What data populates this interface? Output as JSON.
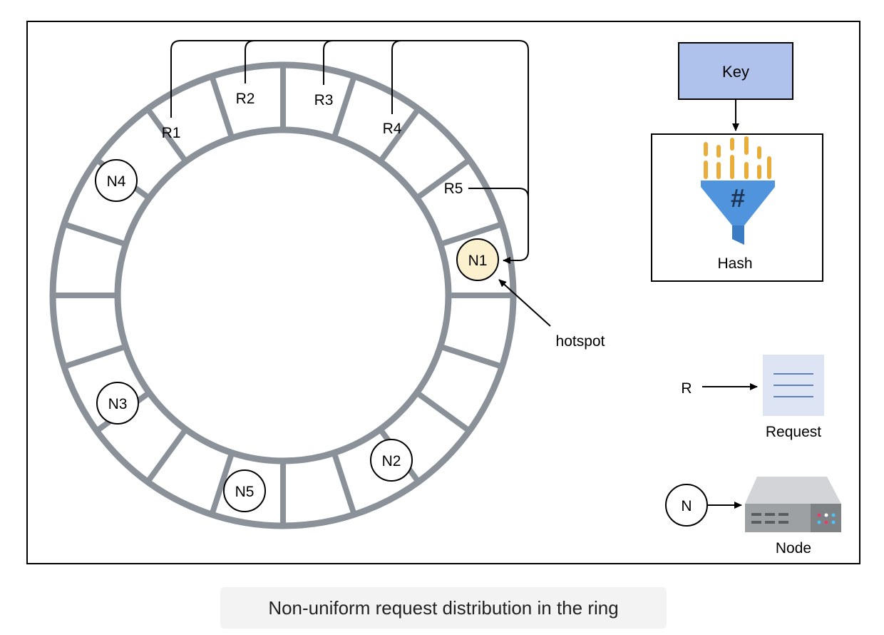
{
  "ring": {
    "requests": [
      {
        "id": "r1",
        "label": "R1"
      },
      {
        "id": "r2",
        "label": "R2"
      },
      {
        "id": "r3",
        "label": "R3"
      },
      {
        "id": "r4",
        "label": "R4"
      },
      {
        "id": "r5",
        "label": "R5"
      }
    ],
    "nodes": [
      {
        "id": "n1",
        "label": "N1",
        "highlighted": true
      },
      {
        "id": "n2",
        "label": "N2",
        "highlighted": false
      },
      {
        "id": "n3",
        "label": "N3",
        "highlighted": false
      },
      {
        "id": "n4",
        "label": "N4",
        "highlighted": false
      },
      {
        "id": "n5",
        "label": "N5",
        "highlighted": false
      }
    ],
    "hotspot_label": "hotspot"
  },
  "legend": {
    "key_label": "Key",
    "hash_label": "Hash",
    "hash_icon_symbol": "#",
    "request_short": "R",
    "request_label": "Request",
    "node_short": "N",
    "node_label": "Node"
  },
  "caption": "Non-uniform request distribution in the ring",
  "colors": {
    "ring": "#8a9199",
    "key_fill": "#aec2eb",
    "highlight_node": "#fcf1cf",
    "request_icon_bg": "#dde5f4",
    "request_icon_lines": "#5e7fc0",
    "funnel": "#4f94dc",
    "hash_bars": "#e9ad3c"
  }
}
